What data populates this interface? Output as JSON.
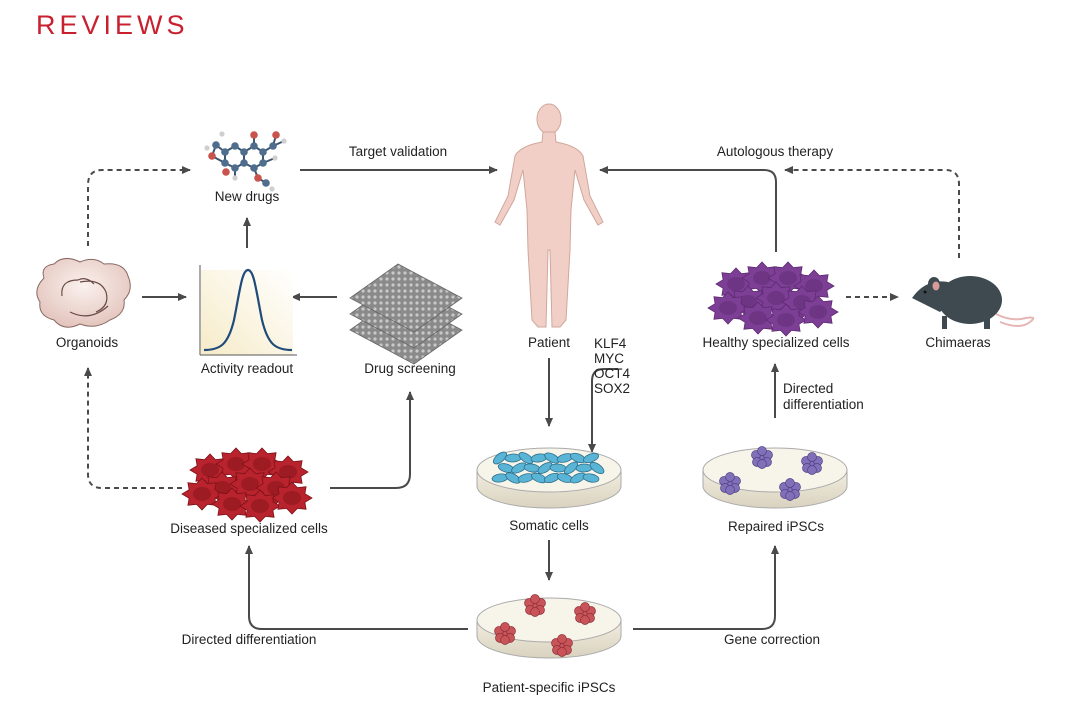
{
  "header": {
    "title": "REVIEWS",
    "color": "#c8202f"
  },
  "nodes": {
    "new_drugs": "New drugs",
    "patient": "Patient",
    "organoids": "Organoids",
    "activity_readout": "Activity readout",
    "drug_screening": "Drug screening",
    "healthy_cells": "Healthy specialized cells",
    "chimaeras": "Chimaeras",
    "diseased_cells": "Diseased specialized cells",
    "somatic_cells": "Somatic cells",
    "repaired_ipscs": "Repaired iPSCs",
    "patient_ipscs": "Patient-specific iPSCs"
  },
  "edges": {
    "target_validation": "Target validation",
    "autologous_therapy": "Autologous therapy",
    "directed_differentiation_right": "Directed differentiation",
    "directed_differentiation_left": "Directed differentiation",
    "gene_correction": "Gene correction"
  },
  "reprogramming_factors": [
    "KLF4",
    "MYC",
    "OCT4",
    "SOX2"
  ],
  "colors": {
    "arrow": "#4a4a4a",
    "diseased": "#b8232d",
    "healthy": "#7d3f95",
    "somatic": "#5ab4d6",
    "ipsc_red": "#c8545a",
    "ipsc_purple": "#8170b8",
    "body": "#f2cfc6",
    "mouse": "#3f4a50"
  }
}
